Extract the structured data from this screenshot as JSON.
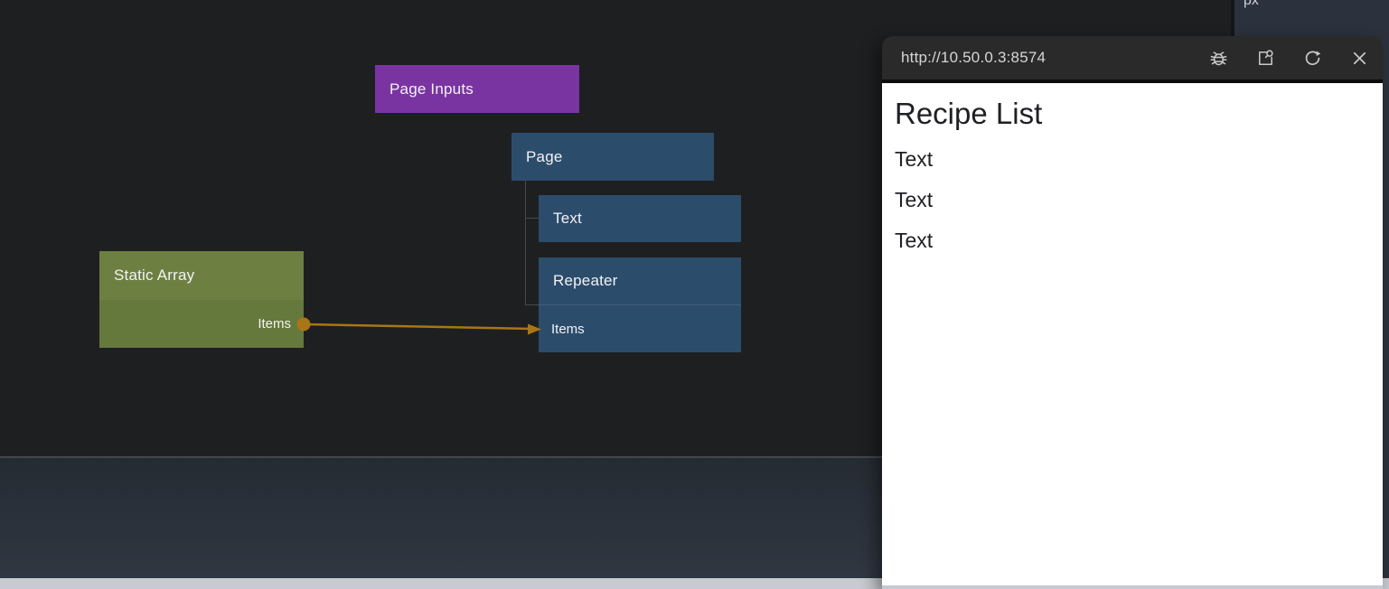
{
  "canvas": {
    "nodes": {
      "page_inputs": {
        "label": "Page Inputs"
      },
      "page": {
        "label": "Page"
      },
      "text": {
        "label": "Text"
      },
      "repeater": {
        "label": "Repeater",
        "port_label": "Items"
      },
      "static_array": {
        "label": "Static Array",
        "port_label": "Items"
      }
    },
    "connection": {
      "from": "Static Array.Items",
      "to": "Repeater.Items"
    }
  },
  "preview": {
    "url": "http://10.50.0.3:8574",
    "toolbar_icons": [
      "debug-icon",
      "inspect-page-icon",
      "reload-icon",
      "close-icon"
    ],
    "page": {
      "title": "Recipe List",
      "items": [
        "Text",
        "Text",
        "Text"
      ]
    }
  },
  "right_panel": {
    "unit_label": "px"
  },
  "colors": {
    "canvas_bg": "#1e1f21",
    "node_blue": "#2c4c6b",
    "node_purple": "#7a34a2",
    "node_olive_header": "#6d8042",
    "node_olive_row": "#66793c",
    "edge_orange": "#a97615",
    "tree_line": "#47494c",
    "preview_header_bg": "#2a2a2a",
    "panel_bg": "#2c323d",
    "bottom_panel_top": "#252b33",
    "bottom_panel_bottom": "#303742",
    "bottom_strip": "#c7cad0"
  }
}
